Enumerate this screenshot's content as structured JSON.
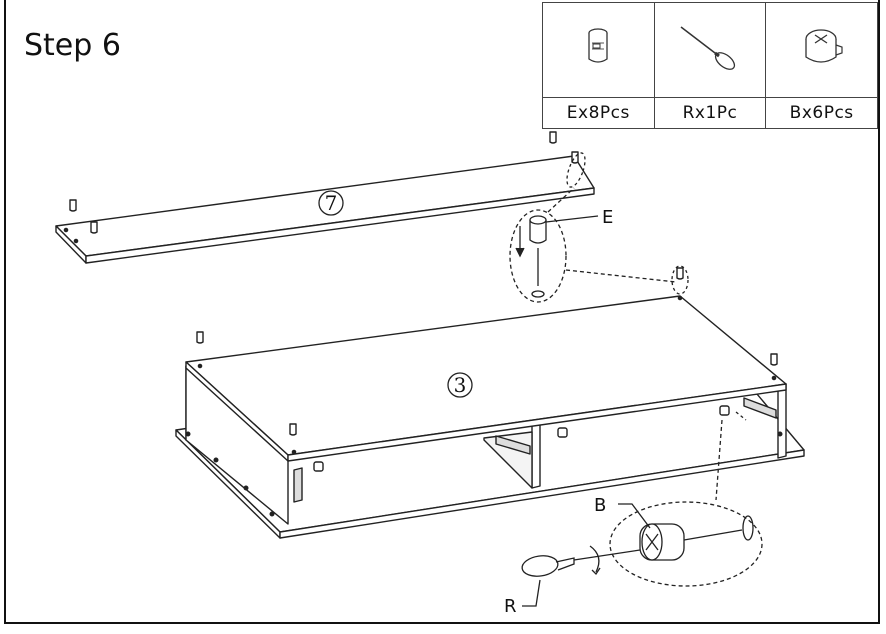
{
  "step": {
    "title": "Step 6"
  },
  "parts": [
    {
      "icon": "cam-bolt-icon",
      "label": "Ex8Pcs"
    },
    {
      "icon": "screwdriver-icon",
      "label": "Rx1Pc"
    },
    {
      "icon": "cam-lock-icon",
      "label": "Bx6Pcs"
    }
  ],
  "callouts": {
    "e": "E",
    "b": "B",
    "r": "R"
  },
  "panels": {
    "top_panel": "7",
    "base_unit": "3"
  }
}
